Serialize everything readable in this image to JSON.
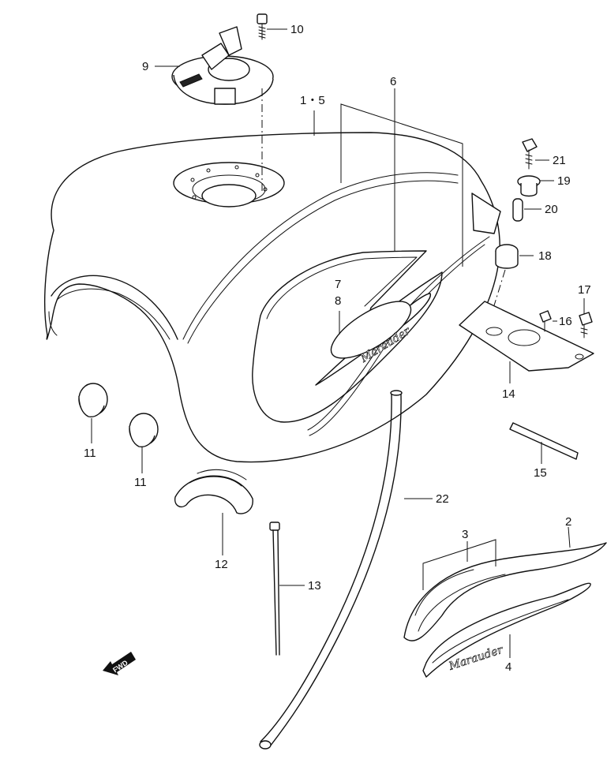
{
  "diagram": {
    "callouts": {
      "c10": "10",
      "c9": "9",
      "c15_range": "1・5",
      "c6": "6",
      "c21": "21",
      "c19": "19",
      "c20": "20",
      "c18": "18",
      "c7": "7",
      "c8": "8",
      "c17": "17",
      "c16": "16",
      "c14": "14",
      "c11a": "11",
      "c11b": "11",
      "c15": "15",
      "c22": "22",
      "c12": "12",
      "c2": "2",
      "c3": "3",
      "c13": "13",
      "c4": "4"
    },
    "emblem_text": "Marauder",
    "fwd_label": "FWD"
  }
}
